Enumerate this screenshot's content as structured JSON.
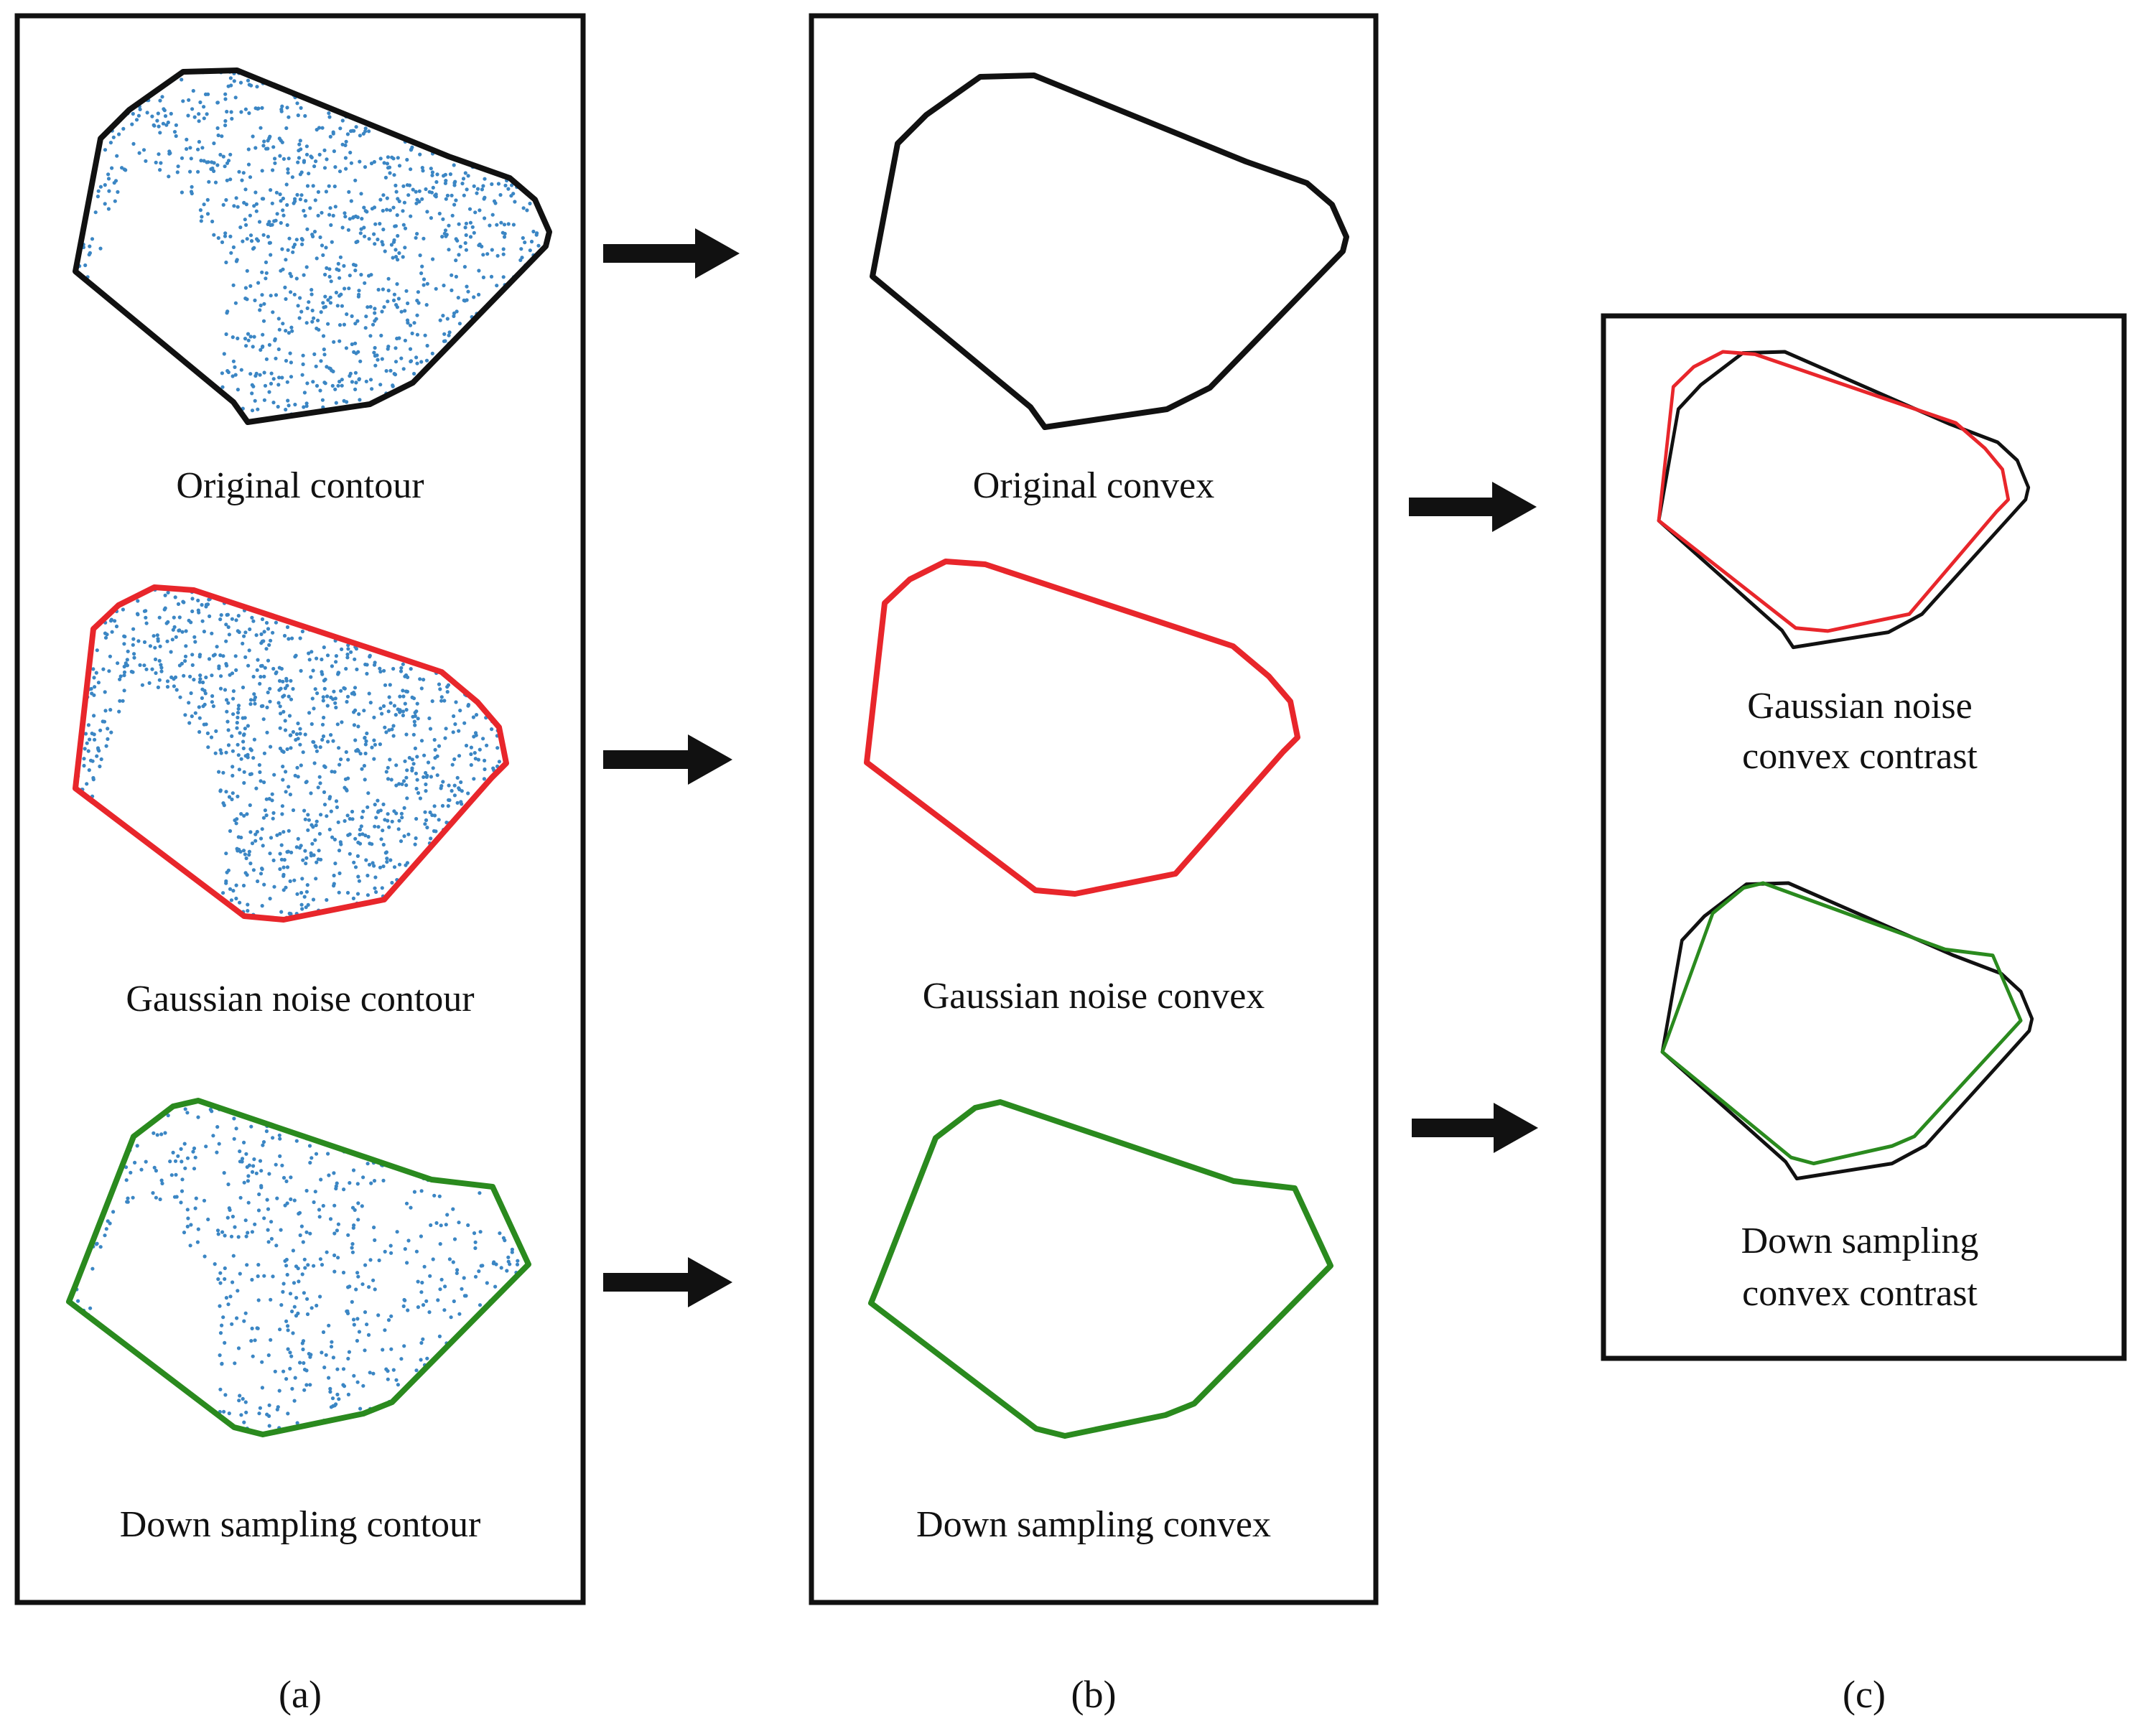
{
  "colors": {
    "original": "#111111",
    "gaussian": "#e8262b",
    "downsample": "#2a8a1e",
    "points": "#3b86c4",
    "arrow": "#111111",
    "box": "#111111"
  },
  "panels": {
    "a": {
      "label": "(a)",
      "items": [
        {
          "caption": "Original contour",
          "variant": "original"
        },
        {
          "caption": "Gaussian noise contour",
          "variant": "gaussian"
        },
        {
          "caption": "Down sampling contour",
          "variant": "downsample"
        }
      ]
    },
    "b": {
      "label": "(b)",
      "items": [
        {
          "caption": "Original convex",
          "variant": "original"
        },
        {
          "caption": "Gaussian noise convex",
          "variant": "gaussian"
        },
        {
          "caption": "Down sampling convex",
          "variant": "downsample"
        }
      ]
    },
    "c": {
      "label": "(c)",
      "items": [
        {
          "caption_line1": "Gaussian noise",
          "caption_line2": "convex contrast",
          "variant": "gaussian"
        },
        {
          "caption_line1": "Down sampling",
          "caption_line2": "convex contrast",
          "variant": "downsample"
        }
      ]
    }
  }
}
